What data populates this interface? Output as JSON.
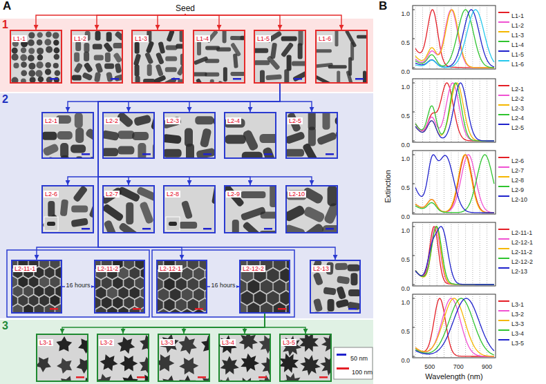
{
  "diagram": {
    "nodes": [
      {
        "text": [
          "Seed"
        ]
      },
      {
        "text": [
          "1"
        ]
      },
      {
        "text": [
          "L1-1"
        ],
        "in": 1
      },
      {
        "text": [
          "L1-2"
        ],
        "in": 1
      },
      {
        "text": [
          "L1-3"
        ],
        "in": 1
      },
      {
        "text": [
          "L1-4"
        ],
        "in": 1
      },
      {
        "text": [
          "L1-5"
        ],
        "in": 1
      },
      {
        "text": [
          "L1-6"
        ],
        "in": 1
      },
      {
        "text": [
          "2"
        ]
      },
      {
        "text": [
          "L2-1"
        ],
        "in": 8
      },
      {
        "text": [
          "L2-2"
        ],
        "in": 8
      },
      {
        "text": [
          "L2-3"
        ],
        "in": 8
      },
      {
        "text": [
          "L2-4"
        ],
        "in": 8
      },
      {
        "text": [
          "L2-5"
        ],
        "in": 8
      },
      {
        "text": [
          "L2-6"
        ],
        "in": 8
      },
      {
        "text": [
          "L2-7"
        ],
        "in": 8
      },
      {
        "text": [
          "L2-8"
        ],
        "in": 8
      },
      {
        "text": [
          "L2-9"
        ],
        "in": 8
      },
      {
        "text": [
          "L2-10"
        ],
        "in": 8
      },
      {
        "text": [
          "L2-11-1"
        ],
        "in": 8
      },
      {
        "text": [
          "L2-11-2"
        ],
        "in": 8
      },
      {
        "text": [
          "L2-12-1"
        ],
        "in": 8
      },
      {
        "text": [
          "L2-12-2"
        ],
        "in": 8
      },
      {
        "text": [
          "L2-13"
        ],
        "in": 8
      },
      {
        "text": [
          "3"
        ]
      },
      {
        "text": [
          "L3-1"
        ],
        "in": 24
      },
      {
        "text": [
          "L3-2"
        ],
        "in": 24
      },
      {
        "text": [
          "L3-3"
        ],
        "in": 24
      },
      {
        "text": [
          "L3-4"
        ],
        "in": 24
      },
      {
        "text": [
          "L3-5"
        ],
        "in": 24
      }
    ],
    "edges": [
      {
        "from": 0,
        "to": 2,
        "arrow": "to"
      },
      {
        "from": 0,
        "to": 3,
        "arrow": "to"
      },
      {
        "from": 0,
        "to": 4,
        "arrow": "to"
      },
      {
        "from": 0,
        "to": 5,
        "arrow": "to"
      },
      {
        "from": 0,
        "to": 6,
        "arrow": "to"
      },
      {
        "from": 0,
        "to": 7,
        "arrow": "to"
      },
      {
        "from": 6,
        "to": 9,
        "arrow": "to"
      },
      {
        "from": 6,
        "to": 10,
        "arrow": "to"
      },
      {
        "from": 6,
        "to": 11,
        "arrow": "to"
      },
      {
        "from": 6,
        "to": 12,
        "arrow": "to"
      },
      {
        "from": 6,
        "to": 13,
        "arrow": "to"
      },
      {
        "from": 6,
        "to": 14,
        "arrow": "to"
      },
      {
        "from": 6,
        "to": 15,
        "arrow": "to"
      },
      {
        "from": 6,
        "to": 16,
        "arrow": "to"
      },
      {
        "from": 6,
        "to": 17,
        "arrow": "to"
      },
      {
        "from": 6,
        "to": 18,
        "arrow": "to"
      },
      {
        "from": 6,
        "to": 19,
        "arrow": "to"
      },
      {
        "from": 6,
        "to": 21,
        "arrow": "to"
      },
      {
        "from": 6,
        "to": 23,
        "arrow": "to"
      },
      {
        "from": 19,
        "to": 20,
        "label": "16 hours",
        "arrow": "to"
      },
      {
        "from": 21,
        "to": 22,
        "label": "16 hours",
        "arrow": "to"
      },
      {
        "from": 22,
        "to": 25,
        "arrow": "to"
      },
      {
        "from": 22,
        "to": 26,
        "arrow": "to"
      },
      {
        "from": 22,
        "to": 27,
        "arrow": "to"
      },
      {
        "from": 22,
        "to": 28,
        "arrow": "to"
      },
      {
        "from": 22,
        "to": 29,
        "arrow": "to"
      }
    ],
    "labels": [
      "A",
      "B",
      "50 nm",
      "100 nm",
      "1.0",
      "0.5",
      "0.0",
      "1.0",
      "0.5",
      "0.0",
      "1.0",
      "0.5",
      "0.0",
      "1.0",
      "0.5",
      "0.0",
      "1.0",
      "0.5",
      "0.0",
      "500",
      "700",
      "900",
      "Extinction",
      "Wavelength (nm)"
    ],
    "legend": [
      {
        "text": "L1-1",
        "color": "#e41e26"
      },
      {
        "text": "L1-2",
        "color": "#f052d2"
      },
      {
        "text": "L1-3",
        "color": "#f5b700"
      },
      {
        "text": "L1-4",
        "color": "#2fc42f"
      },
      {
        "text": "L1-5",
        "color": "#1f22cc"
      },
      {
        "text": "L1-6",
        "color": "#25c8ec"
      },
      {
        "text": "L2-1",
        "color": "#e41e26"
      },
      {
        "text": "L2-2",
        "color": "#f052d2"
      },
      {
        "text": "L2-3",
        "color": "#f5b700"
      },
      {
        "text": "L2-4",
        "color": "#2fc42f"
      },
      {
        "text": "L2-5",
        "color": "#1f22cc"
      },
      {
        "text": "L2-6",
        "color": "#e41e26"
      },
      {
        "text": "L2-7",
        "color": "#f052d2"
      },
      {
        "text": "L2-8",
        "color": "#f5b700"
      },
      {
        "text": "L2-9",
        "color": "#2fc42f"
      },
      {
        "text": "L2-10",
        "color": "#1f22cc"
      },
      {
        "text": "L2-11-1",
        "color": "#e41e26"
      },
      {
        "text": "L2-12-1",
        "color": "#f052d2"
      },
      {
        "text": "L2-11-2",
        "color": "#f5b700"
      },
      {
        "text": "L2-12-2",
        "color": "#2fc42f"
      },
      {
        "text": "L2-13",
        "color": "#1f22cc"
      },
      {
        "text": "L3-1",
        "color": "#e41e26"
      },
      {
        "text": "L3-2",
        "color": "#f052d2"
      },
      {
        "text": "L3-3",
        "color": "#f5b700"
      },
      {
        "text": "L3-4",
        "color": "#2fc42f"
      },
      {
        "text": "L3-5",
        "color": "#1f22cc"
      }
    ]
  }
}
